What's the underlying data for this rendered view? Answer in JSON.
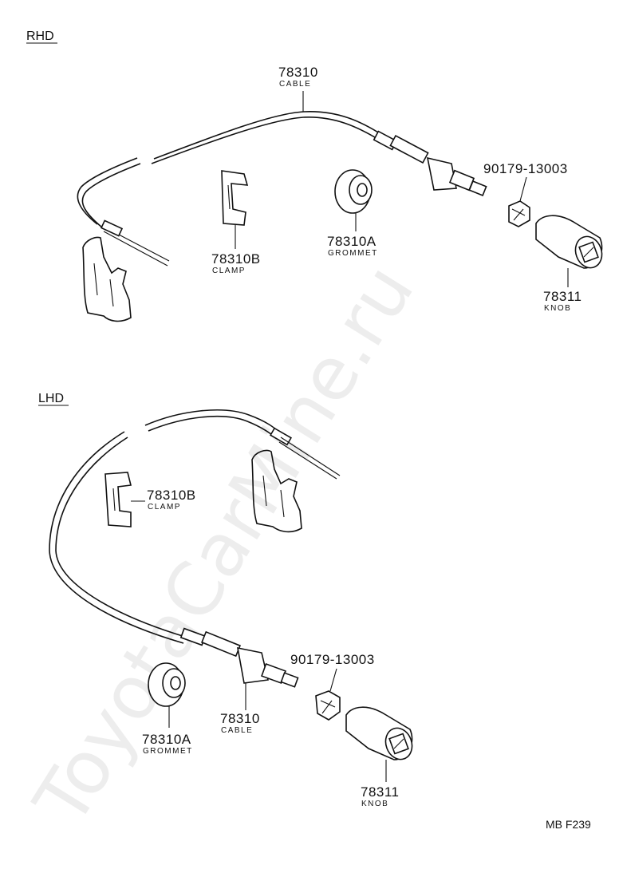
{
  "sections": {
    "rhd": {
      "title": "RHD"
    },
    "lhd": {
      "title": "LHD"
    }
  },
  "rhd_parts": {
    "cable": {
      "number": "78310",
      "name": "CABLE"
    },
    "clamp": {
      "number": "78310B",
      "name": "CLAMP"
    },
    "grommet": {
      "number": "78310A",
      "name": "GROMMET"
    },
    "nut": {
      "number": "90179-13003"
    },
    "knob": {
      "number": "78311",
      "name": "KNOB"
    }
  },
  "lhd_parts": {
    "clamp": {
      "number": "78310B",
      "name": "CLAMP"
    },
    "nut": {
      "number": "90179-13003"
    },
    "grommet": {
      "number": "78310A",
      "name": "GROMMET"
    },
    "cable": {
      "number": "78310",
      "name": "CABLE"
    },
    "knob": {
      "number": "78311",
      "name": "KNOB"
    }
  },
  "figure_code": "MB F239",
  "watermark": "ToyotaCarMine.ru"
}
